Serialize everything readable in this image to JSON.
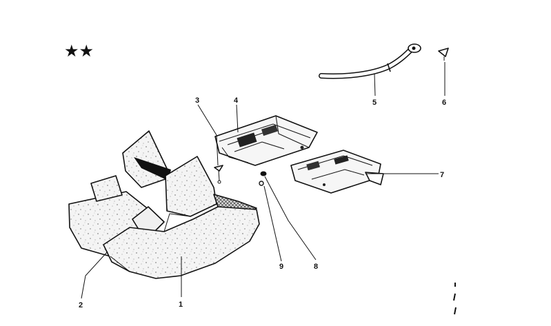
{
  "header": {
    "marker": "★★"
  },
  "callouts": {
    "c1": "1",
    "c2": "2",
    "c3": "3",
    "c4": "4",
    "c5": "5",
    "c6": "6",
    "c7": "7",
    "c8": "8",
    "c9": "9"
  },
  "parts": [
    {
      "id": "1",
      "name": "console-body"
    },
    {
      "id": "2",
      "name": "console-side-cover"
    },
    {
      "id": "3",
      "name": "screw"
    },
    {
      "id": "4",
      "name": "tray"
    },
    {
      "id": "5",
      "name": "cable"
    },
    {
      "id": "6",
      "name": "small-screw"
    },
    {
      "id": "7",
      "name": "bracket"
    },
    {
      "id": "8",
      "name": "clip-nut"
    },
    {
      "id": "9",
      "name": "washer"
    }
  ]
}
